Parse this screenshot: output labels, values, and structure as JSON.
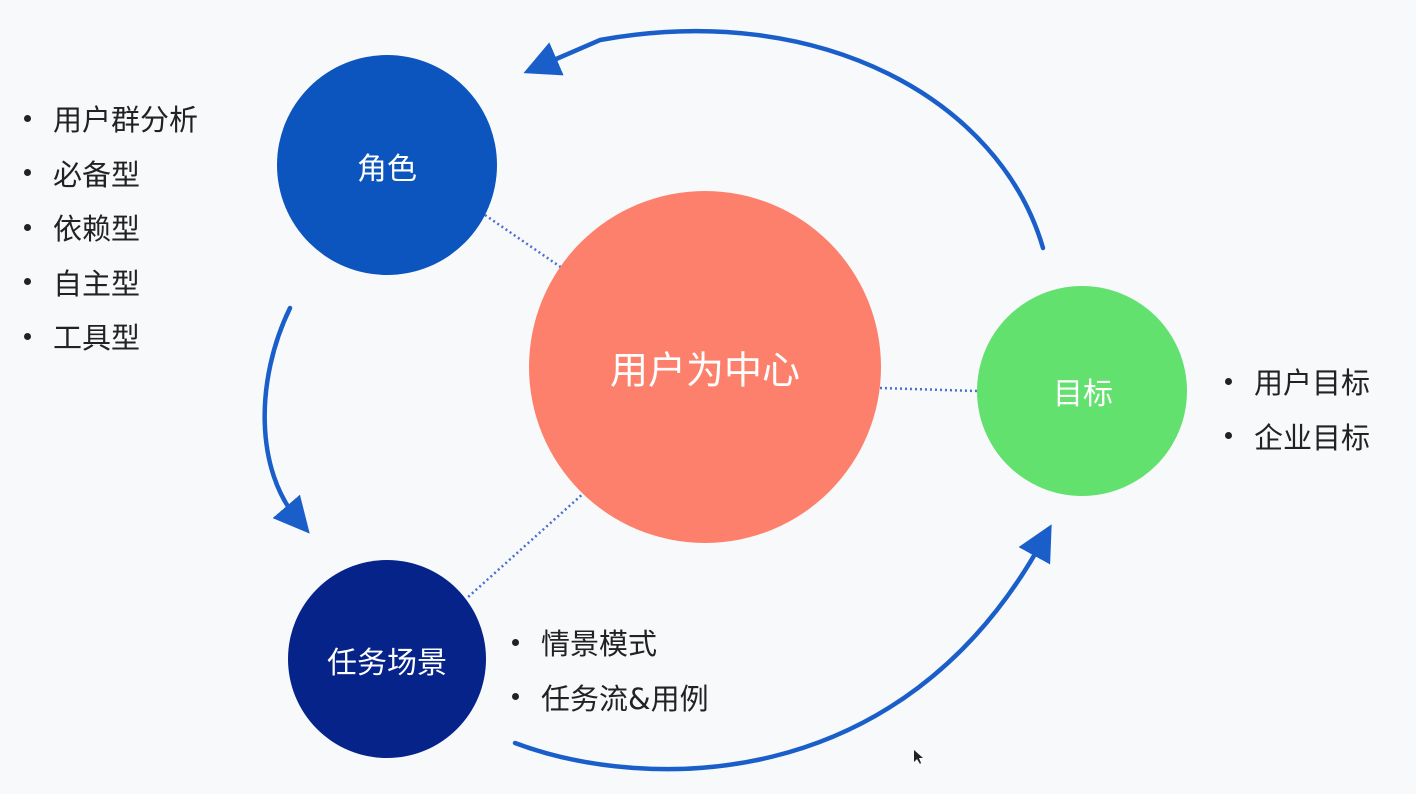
{
  "nodes": {
    "center": {
      "label": "用户为中心",
      "color": "#fd806c"
    },
    "role": {
      "label": "角色",
      "color": "#0c55be"
    },
    "goal": {
      "label": "目标",
      "color": "#63e16f"
    },
    "scenario": {
      "label": "任务场景",
      "color": "#06238a"
    }
  },
  "role_list": [
    "用户群分析",
    "必备型",
    "依赖型",
    "自主型",
    "工具型"
  ],
  "goal_list": [
    "用户目标",
    "企业目标"
  ],
  "scenario_list": [
    "情景模式",
    "任务流&用例"
  ],
  "colors": {
    "arrow": "#1a5fc9",
    "connector": "#4a6fd0",
    "background": "#f8f9fb"
  }
}
